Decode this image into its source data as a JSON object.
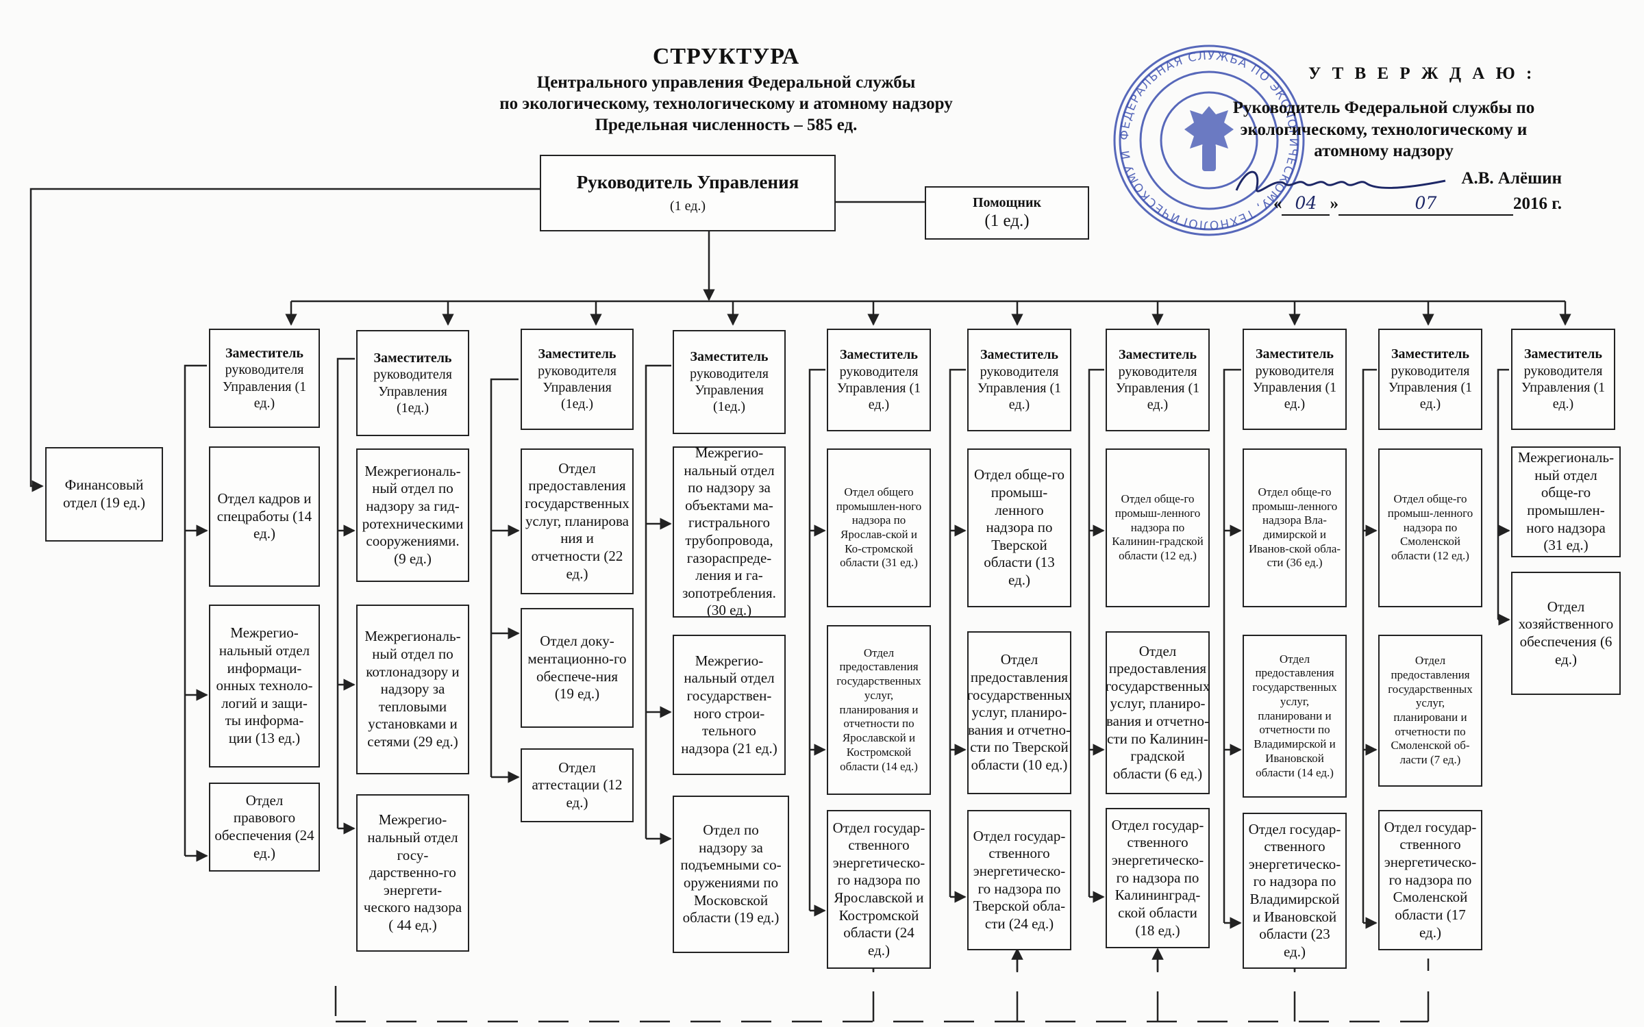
{
  "header": {
    "title": "СТРУКТУРА",
    "line1": "Центрального управления Федеральной службы",
    "line2": "по экологическому, технологическому и атомному надзору",
    "line3": "Предельная численность – 585 ед."
  },
  "approval": {
    "head": "У Т В Е Р Ж Д А Ю :",
    "position": "Руководитель Федеральной службы по экологическому, технологическому и атомному надзору",
    "name": "А.В. Алёшин",
    "date_day": "04",
    "date_month": "07",
    "date_year": "2016 г.",
    "date_open": "«",
    "date_close": "»"
  },
  "stamp": {
    "text": "ФЕДЕРАЛЬНАЯ СЛУЖБА ПО ЭКОЛОГИЧЕСКОМУ, ТЕХНОЛОГИЧЕСКОМУ И АТОМНОМУ НАДЗОРУ * ОГРН",
    "color": "#3b4fb0"
  },
  "chief": {
    "label": "Руководитель  Управления",
    "count": "(1 ед.)"
  },
  "assistant": {
    "label": "Помощник",
    "count": "(1 ед.)"
  },
  "finance": {
    "label": "Финансовый отдел (19 ед.)"
  },
  "columns": [
    {
      "deputy": "Заместитель руководителя Управления (1 ед.)",
      "units": [
        "Отдел кадров и спецработы (14 ед.)",
        "Межрегио-нальный отдел информаци-онных техноло-логий и защи-ты информа-ции (13 ед.)",
        "Отдел правового обеспечения (24 ед.)"
      ]
    },
    {
      "deputy": "Заместитель руководителя Управления (1ед.)",
      "units": [
        "Межрегиональ-ный отдел по надзору за гид-ротехническими сооружениями. (9 ед.)",
        "Межрегиональ-ный отдел по котлонадзору и надзору за тепловыми установками и сетями (29 ед.)",
        "Межрегио-нальный отдел госу-дарственно-го энергети-ческого надзора ( 44 ед.)"
      ]
    },
    {
      "deputy": "Заместитель руководителя Управления (1ед.)",
      "units": [
        "Отдел предоставления государственных услуг, планирова ния и отчетности (22 ед.)",
        "Отдел доку-ментационно-го обеспече-ния (19 ед.)",
        "Отдел аттестации (12 ед.)"
      ]
    },
    {
      "deputy": "Заместитель руководителя Управления (1ед.)",
      "units": [
        "Межрегио-нальный отдел по надзору за объектами ма-гистрального трубопровода, газораспреде-ления и га-зопотребления. (30 ед.)",
        "Межрегио-нальный отдел государствен-ного строи-тельного надзора (21 ед.)",
        "Отдел по надзору за подъемными со-оружениями по Московской области (19 ед.)"
      ]
    },
    {
      "deputy": "Заместитель руководителя Управления (1 ед.)",
      "units": [
        "Отдел общего промышлен-ного надзора по Ярослав-ской и Ко-стромской области (31 ед.)",
        "Отдел предоставления государственных услуг, планирования и отчетности по Ярославской и Костромской области (14 ед.)",
        "Отдел государ-ственного энергетическо-го надзора по Ярославской и Костромской области (24 ед.)"
      ]
    },
    {
      "deputy": "Заместитель руководителя Управления (1 ед.)",
      "units": [
        "Отдел обще-го промыш-ленного надзора по Тверской области (13 ед.)",
        "Отдел предоставления государственных услуг, планиро-вания и отчетно-сти по Тверской области (10 ед.)",
        "Отдел государ-ственного энергетическо-го надзора по Тверской обла-сти (24 ед.)"
      ]
    },
    {
      "deputy": "Заместитель руководителя Управления (1 ед.)",
      "units": [
        "Отдел обще-го промыш-ленного надзора по Калинин-градской области (12 ед.)",
        "Отдел предоставления государственных услуг, планиро-вания и отчетно-сти по Калинин-градской области (6 ед.)",
        "Отдел государ-ственного энергетическо-го надзора по Калининград-ской области (18 ед.)"
      ]
    },
    {
      "deputy": "Заместитель руководителя Управления (1 ед.)",
      "units": [
        "Отдел обще-го промыш-ленного надзора Вла-димирской и Иванов-ской обла-сти (36 ед.)",
        "Отдел предоставления государственных услуг, планировани и отчетности по Владимирской и Ивановской области (14 ед.)",
        "Отдел государ-ственного энергетическо-го надзора по Владимирской и Ивановской области (23 ед.)"
      ]
    },
    {
      "deputy": "Заместитель руководителя Управления (1 ед.)",
      "units": [
        "Отдел обще-го промыш-ленного надзора по Смоленской области (12 ед.)",
        "Отдел предоставления государственных услуг, планировани и отчетности по Смоленской об-ласти (7 ед.)",
        "Отдел государ-ственного энергетическо-го надзора по Смоленской области (17 ед.)"
      ]
    },
    {
      "deputy": "Заместитель руководителя Управления (1 ед.)",
      "units": [
        "Межрегиональ-ный отдел обще-го промышлен-ного надзора (31 ед.)",
        "Отдел хозяйственного обеспечения (6 ед.)"
      ]
    }
  ]
}
